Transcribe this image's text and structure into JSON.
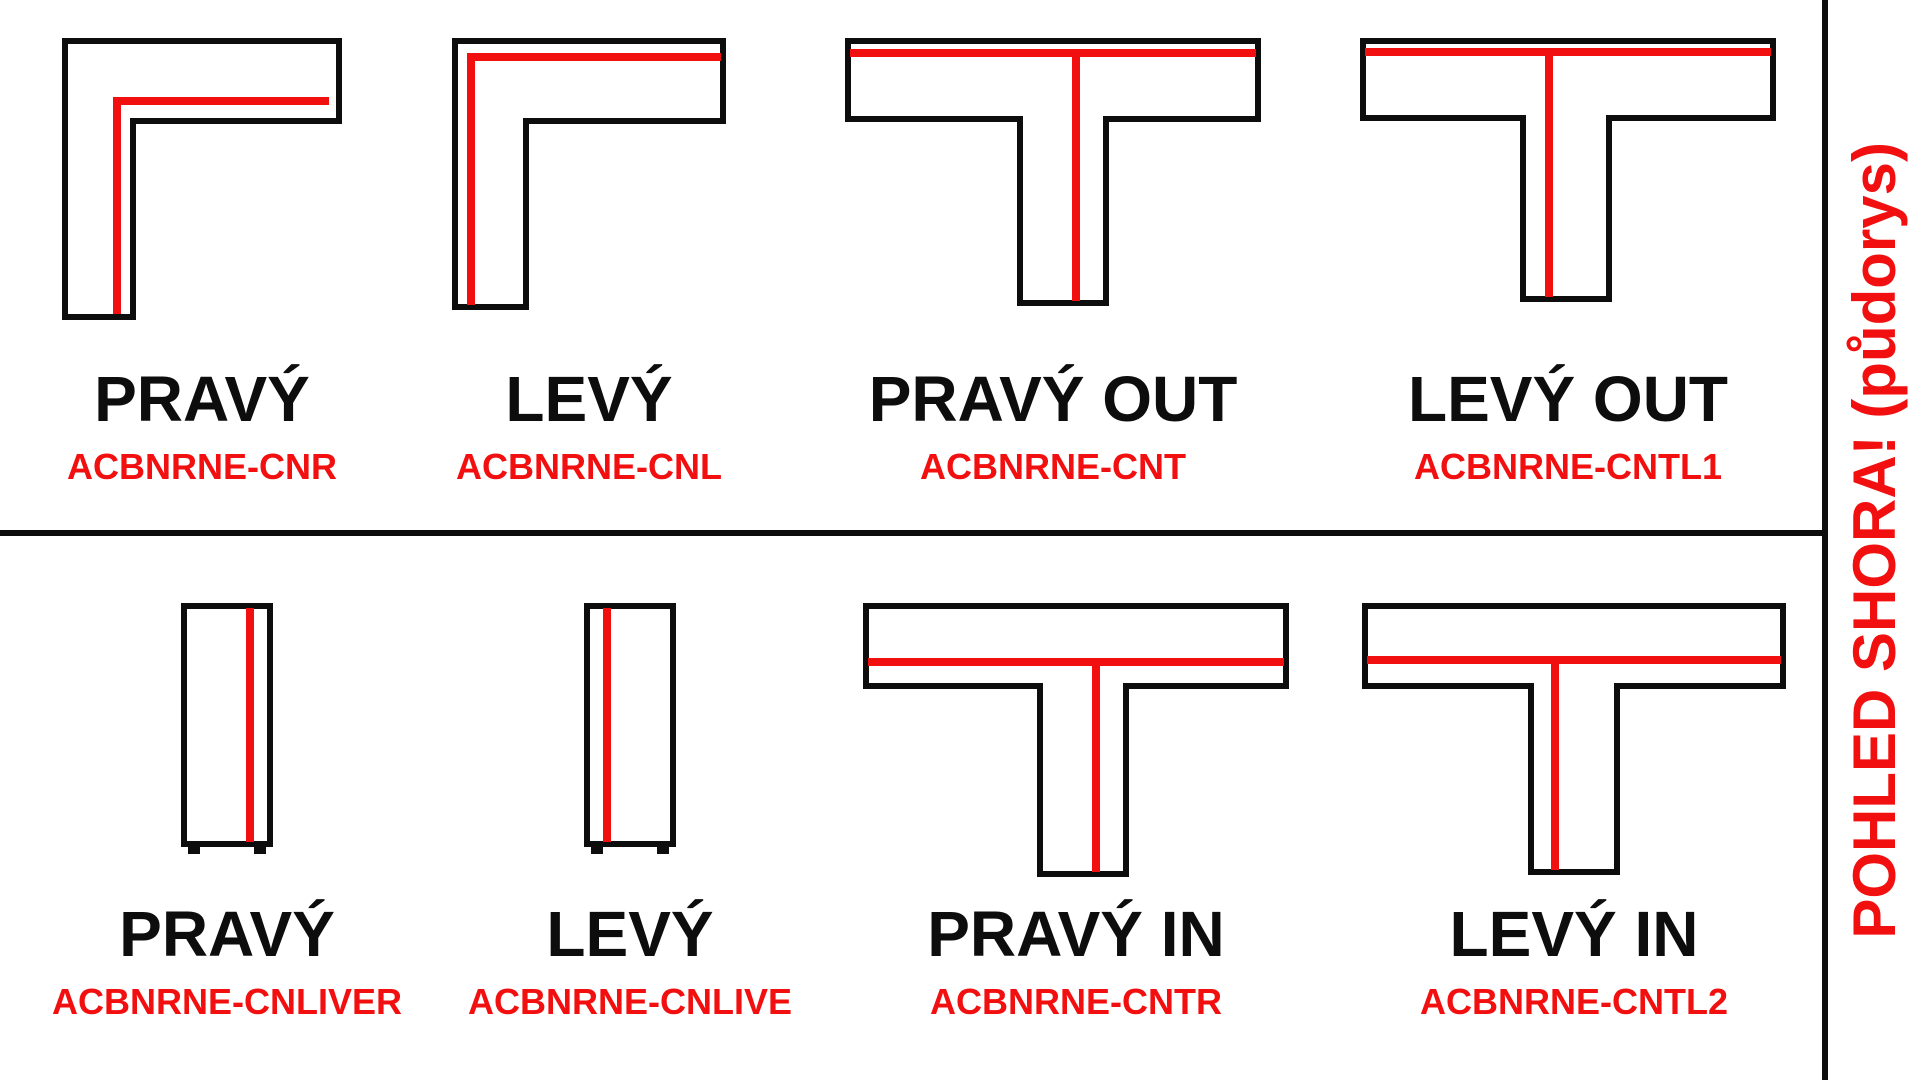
{
  "colors": {
    "accent_red": "#f20f0f",
    "ink_black": "#0d0d0d",
    "background": "#ffffff"
  },
  "side_caption": {
    "text": "POHLED SHORA! (půdorys)"
  },
  "rows": {
    "top": [
      {
        "label": "PRAVÝ",
        "code": "ACBNRNE-CNR",
        "shape": "L-corner, red line along inner edge"
      },
      {
        "label": "LEVÝ",
        "code": "ACBNRNE-CNL",
        "shape": "L-corner, red line along outer edge"
      },
      {
        "label": "PRAVÝ OUT",
        "code": "ACBNRNE-CNT",
        "shape": "T-junction, red line along top edge, stem line right of center"
      },
      {
        "label": "LEVÝ OUT",
        "code": "ACBNRNE-CNTL1",
        "shape": "T-junction, red line along top edge, stem line left of center"
      }
    ],
    "bottom": [
      {
        "label": "PRAVÝ",
        "code": "ACBNRNE-CNLIVER",
        "shape": "straight panel with feet, red line on right side"
      },
      {
        "label": "LEVÝ",
        "code": "ACBNRNE-CNLIVE",
        "shape": "straight panel with feet, red line on left side"
      },
      {
        "label": "PRAVÝ IN",
        "code": "ACBNRNE-CNTR",
        "shape": "T-junction, red line under top bar, stem line right of center"
      },
      {
        "label": "LEVÝ IN",
        "code": "ACBNRNE-CNTL2",
        "shape": "T-junction, red line under top bar, stem line left of center"
      }
    ]
  }
}
